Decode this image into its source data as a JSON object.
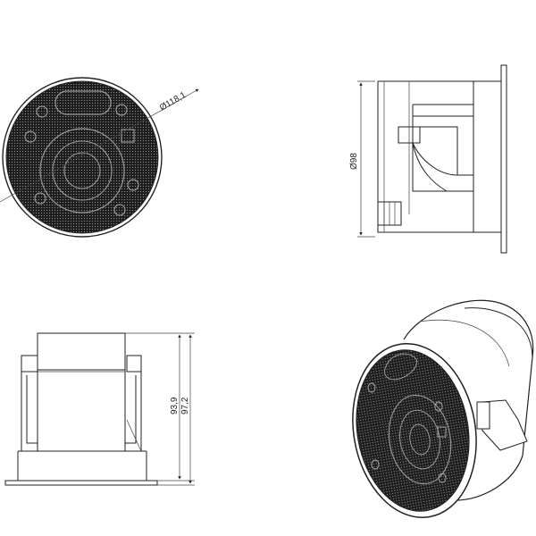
{
  "diagram": {
    "colors": {
      "line": "#222222",
      "grille": "#1a1a1a",
      "background": "#ffffff"
    },
    "views": {
      "front": {
        "dimension_label": "Ø118,1"
      },
      "side": {
        "dimension_label": "Ø98"
      },
      "section": {
        "dimension_labels": [
          "93,9",
          "97,2"
        ]
      },
      "perspective": {}
    }
  }
}
